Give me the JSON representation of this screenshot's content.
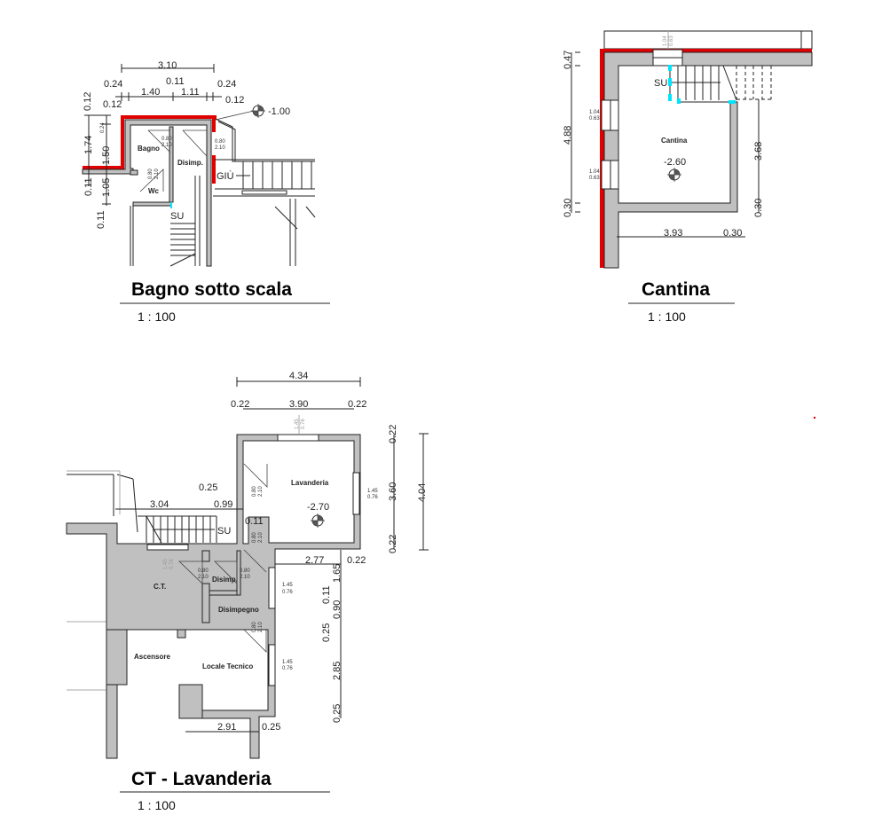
{
  "plans": [
    {
      "title": "Bagno sotto scala",
      "scale": "1 : 100",
      "rooms": [
        "Bagno",
        "Disimp.",
        "Wc"
      ],
      "level": "-1.00",
      "stairs": [
        "GIÙ",
        "SU"
      ],
      "doors": [
        {
          "w": "0.80",
          "h": "2.10"
        },
        {
          "w": "0.80",
          "h": "2.10"
        },
        {
          "w": "0.80",
          "h": "2.10"
        }
      ],
      "dims_top": [
        "3.10",
        "0.24",
        "0.11",
        "0.24",
        "0.12",
        "1.40",
        "1.11",
        "0.12"
      ],
      "dims_left": [
        "0.12",
        "0.24",
        "1.74",
        "1.50",
        "0.11",
        "1.05",
        "0.11"
      ]
    },
    {
      "title": "Cantina",
      "scale": "1 : 100",
      "rooms": [
        "Cantina"
      ],
      "level": "-2.60",
      "stairs": [
        "SU"
      ],
      "windows": [
        {
          "w": "1.04",
          "h": "0.63"
        },
        {
          "w": "1.04",
          "h": "0.63"
        },
        {
          "w": "1.04",
          "h": "0.63"
        }
      ],
      "dims_left": [
        "0.47",
        "4.88",
        "0.30"
      ],
      "dims_right": [
        "3.68",
        "0.30"
      ],
      "dims_bottom": [
        "3.93",
        "0.30"
      ]
    },
    {
      "title": "CT - Lavanderia",
      "scale": "1 : 100",
      "rooms": [
        "Lavanderia",
        "C.T.",
        "Disimp.",
        "Disimpegno",
        "Ascensore",
        "Locale Tecnico"
      ],
      "level": "-2.70",
      "stairs": [
        "SU"
      ],
      "doors": [
        {
          "w": "0.80",
          "h": "2.10"
        },
        {
          "w": "0.80",
          "h": "2.10"
        },
        {
          "w": "0.80",
          "h": "2.10"
        },
        {
          "w": "0.80",
          "h": "2.10"
        },
        {
          "w": "0.80",
          "h": "2.10"
        }
      ],
      "windows": [
        {
          "w": "1.45",
          "h": "0.76"
        },
        {
          "w": "1.45",
          "h": "0.76"
        },
        {
          "w": "1.45",
          "h": "0.76"
        },
        {
          "w": "1.45",
          "h": "0.76"
        },
        {
          "w": "1.45",
          "h": "0.76"
        }
      ],
      "dims_top": [
        "4.34",
        "0.22",
        "3.90",
        "0.22"
      ],
      "dims_right": [
        "0.22",
        "3.60",
        "0.22",
        "4.04"
      ],
      "dims_stair": [
        "3.04",
        "0.25",
        "0.99",
        "0.11"
      ],
      "dims_corridor": [
        "2.77",
        "0.22",
        "1.65",
        "0.11",
        "0.90",
        "0.25",
        "2.85",
        "0.25"
      ],
      "dims_bottom": [
        "2.91",
        "0.25"
      ]
    }
  ],
  "colors": {
    "cut_wall": "#e00000",
    "wall_fill": "#c0c0c0",
    "stair_marker": "#00e5ff"
  }
}
